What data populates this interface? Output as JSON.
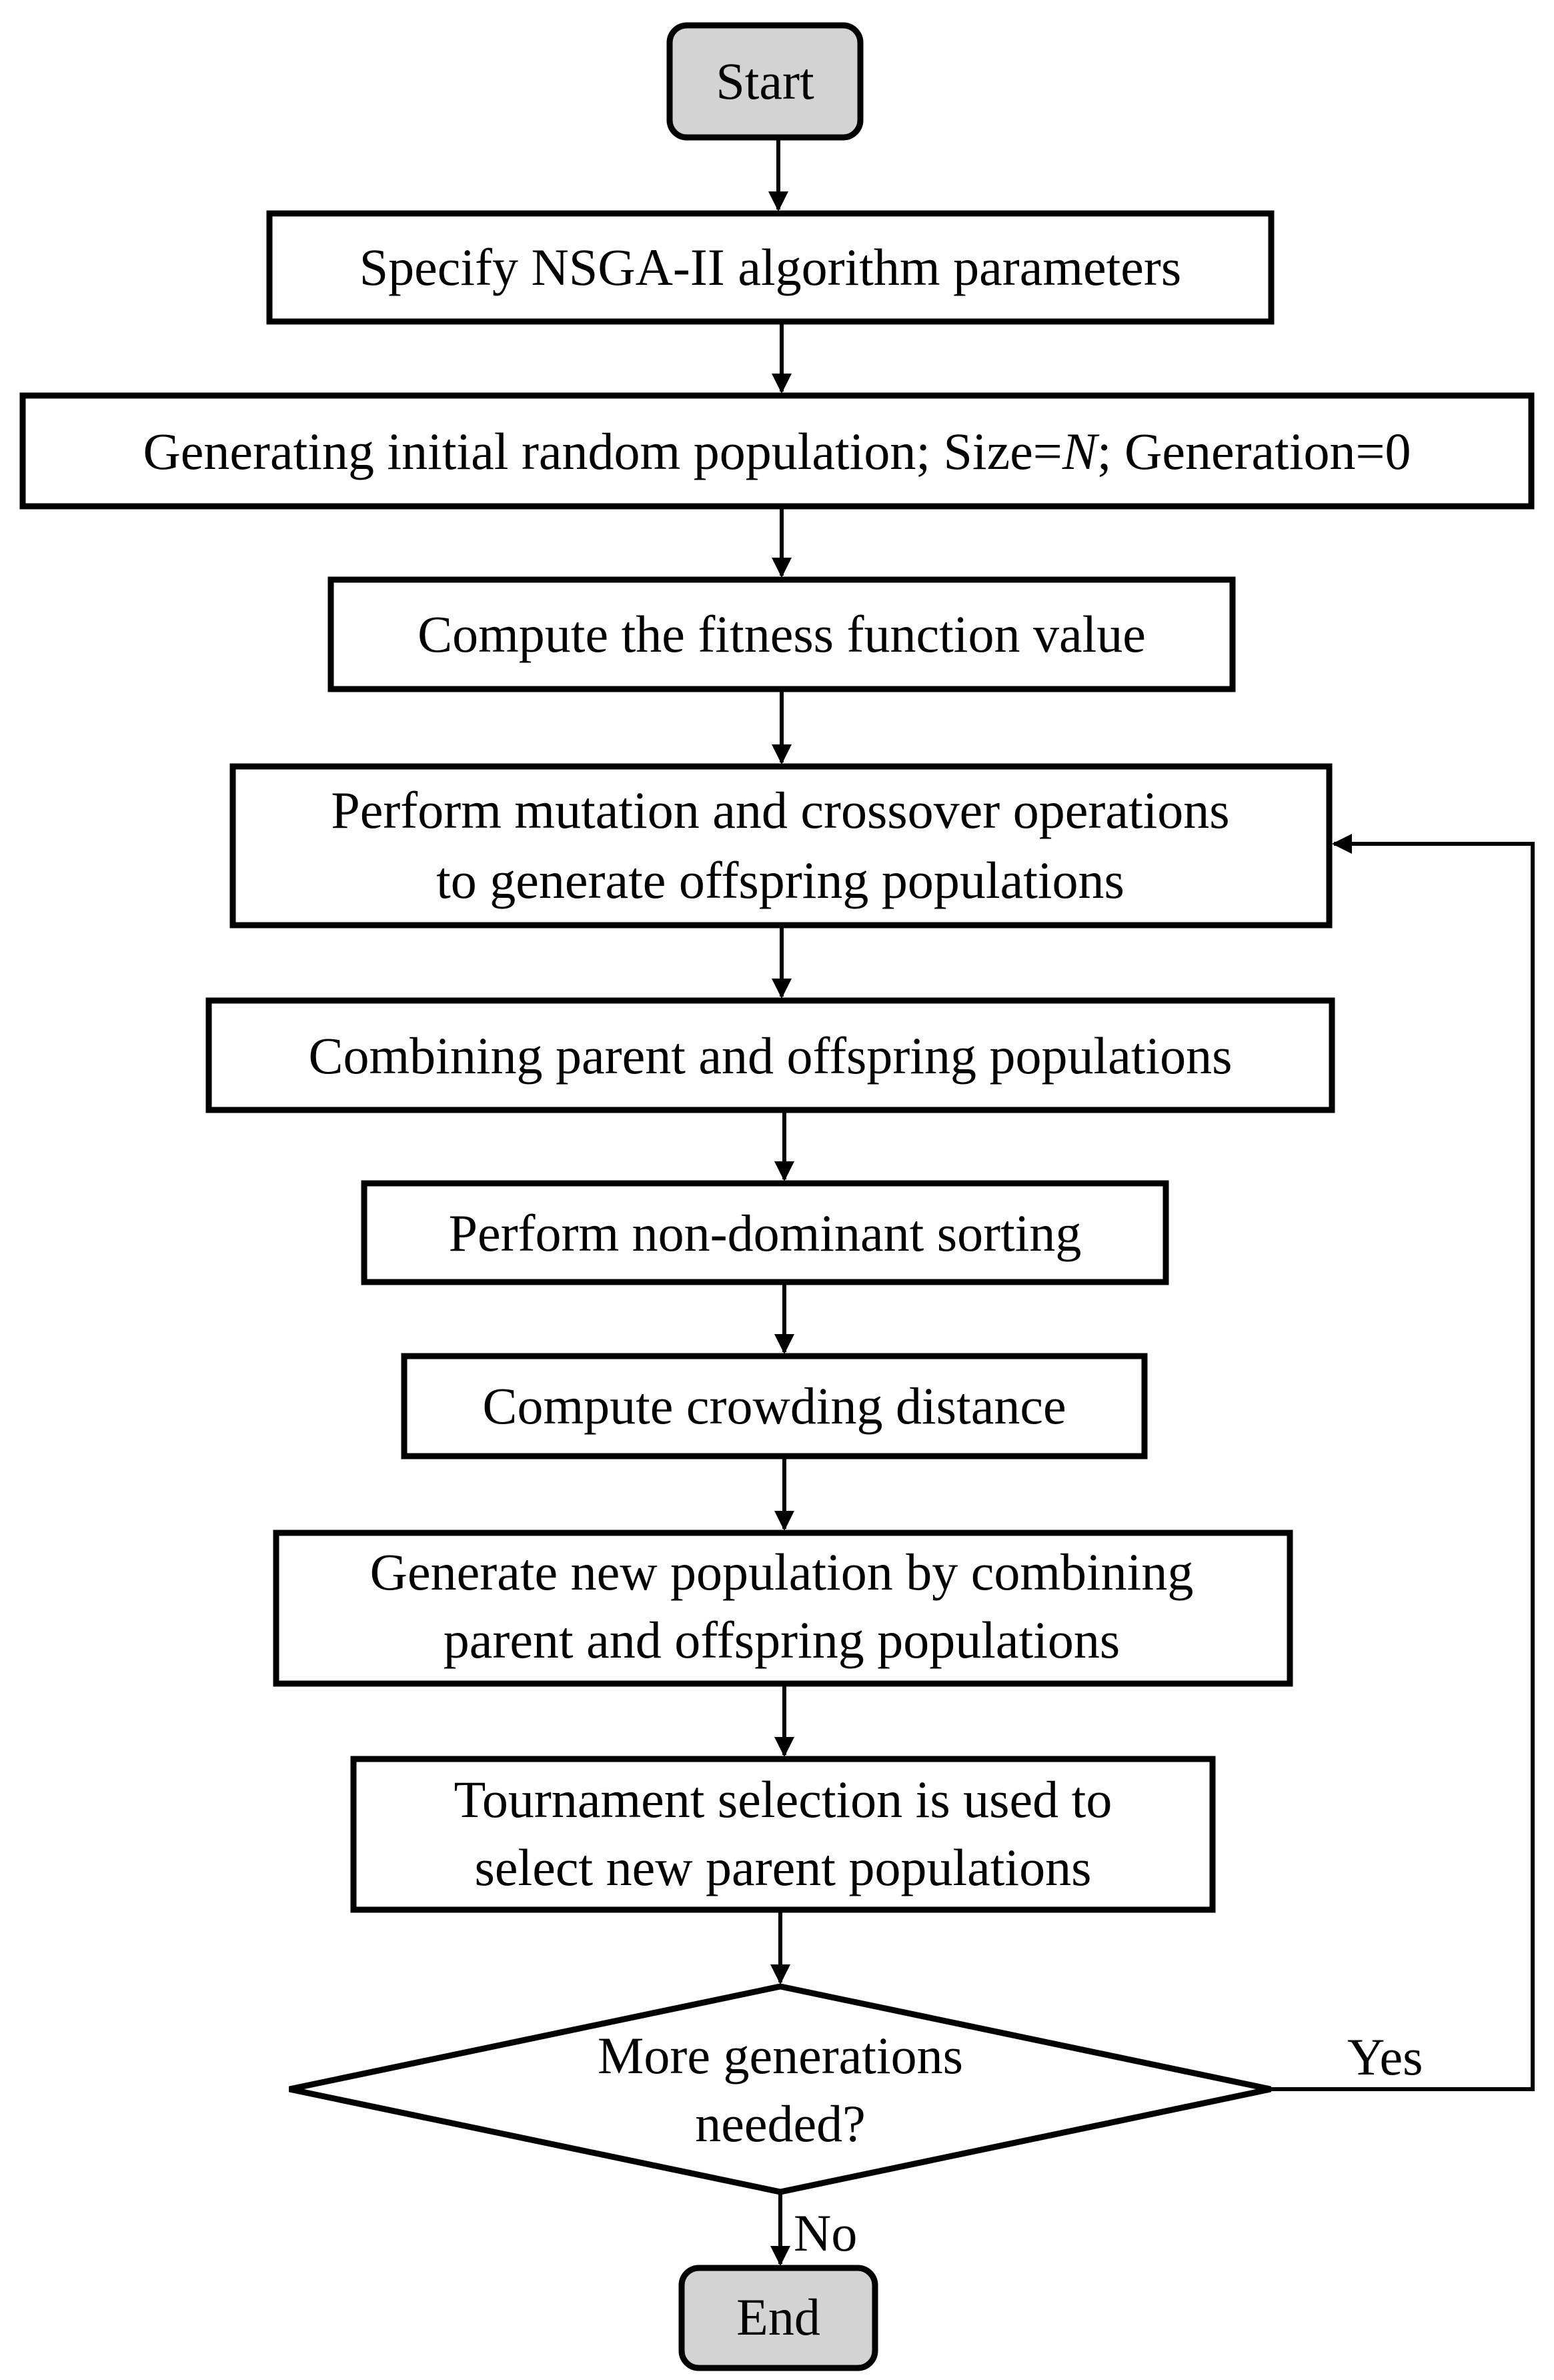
{
  "flowchart": {
    "start": "Start",
    "end": "End",
    "steps": {
      "specify_params": "Specify NSGA-II algorithm parameters",
      "init_population": {
        "part1": "Generating initial random population; Size=",
        "var": "N",
        "part2": "; Generation=0"
      },
      "fitness": "Compute the fitness function value",
      "mutation": {
        "line1": "Perform mutation and crossover operations",
        "line2": "to generate offspring populations"
      },
      "combine": "Combining parent and offspring populations",
      "sorting": "Perform non-dominant sorting",
      "crowding": "Compute crowding distance",
      "new_population": {
        "line1": "Generate new population by combining",
        "line2": "parent and offspring populations"
      },
      "tournament": {
        "line1": "Tournament selection is used to",
        "line2": "select new parent populations"
      }
    },
    "decision": {
      "line1": "More generations",
      "line2": "needed?",
      "yes": "Yes",
      "no": "No"
    }
  }
}
